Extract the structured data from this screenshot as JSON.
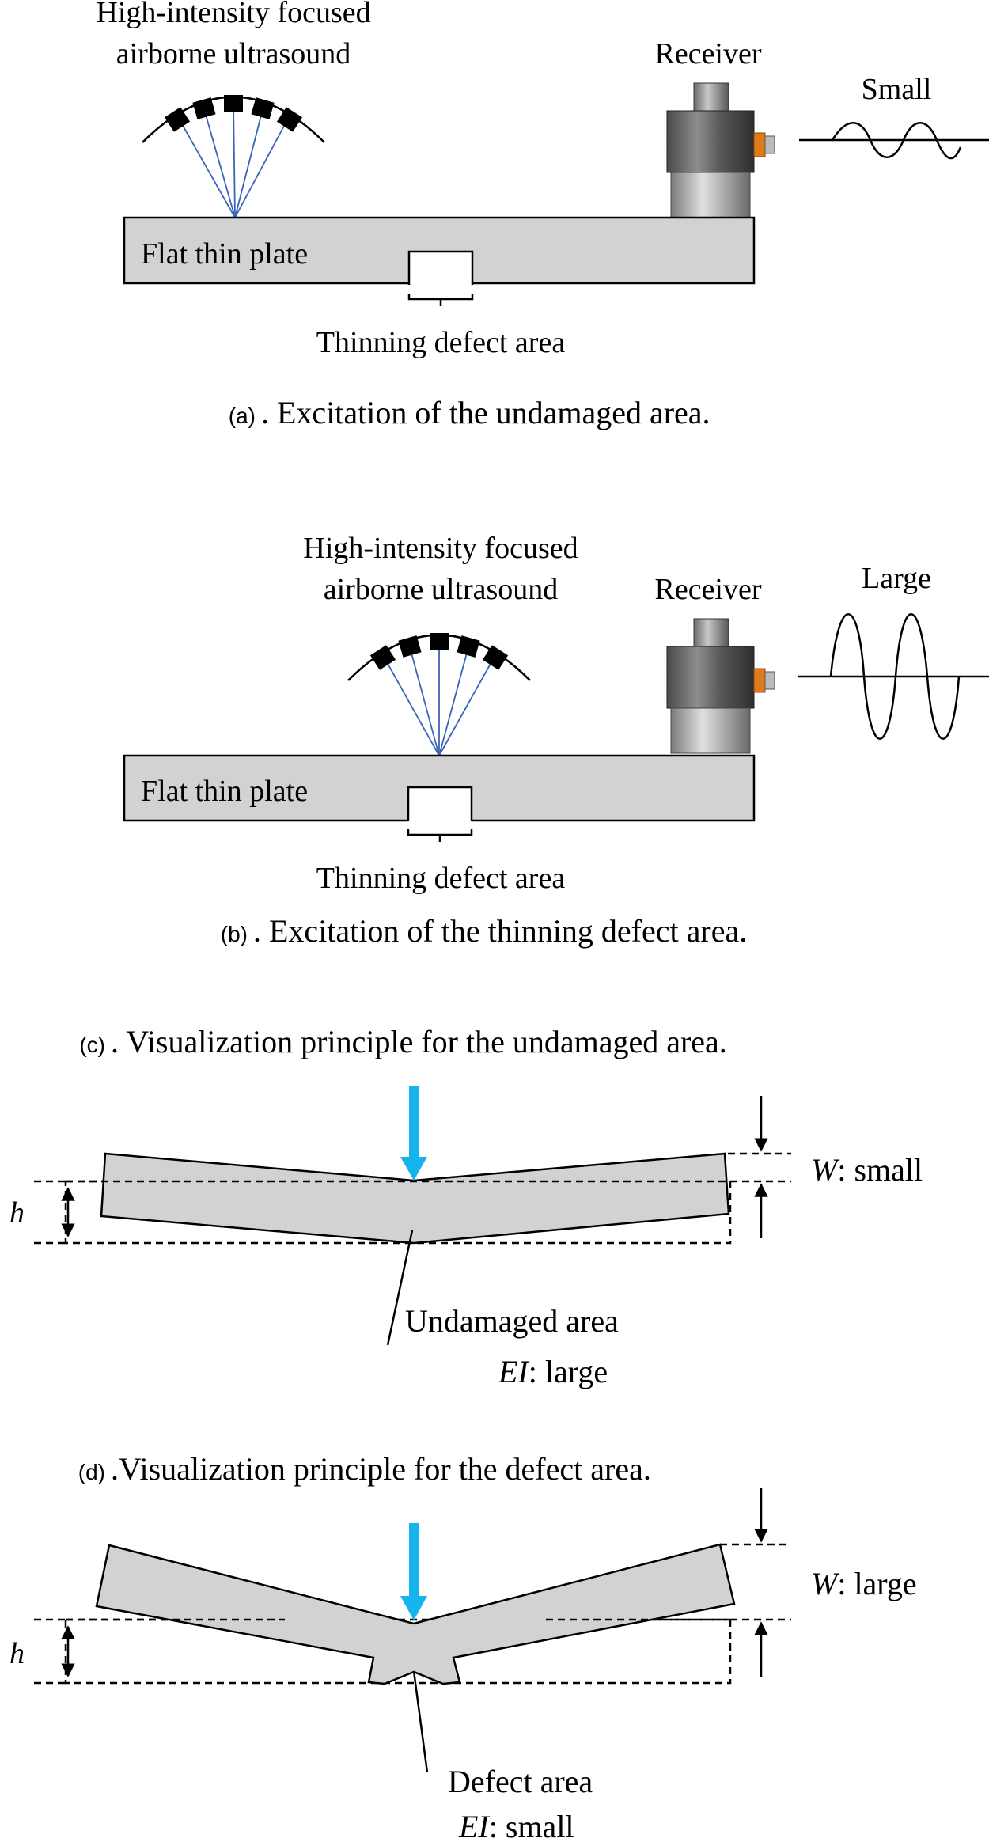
{
  "panel_a": {
    "source_label_line1": "High-intensity focused",
    "source_label_line2": "airborne ultrasound",
    "receiver_label": "Receiver",
    "signal_label": "Small",
    "plate_label": "Flat thin plate",
    "defect_label": "Thinning defect area",
    "caption_tag": "(a)",
    "caption_text": ". Excitation of the undamaged area."
  },
  "panel_b": {
    "source_label_line1": "High-intensity focused",
    "source_label_line2": "airborne ultrasound",
    "receiver_label": "Receiver",
    "signal_label": "Large",
    "plate_label": "Flat thin plate",
    "defect_label": "Thinning defect area",
    "caption_tag": "(b)",
    "caption_text": ". Excitation of the thinning defect area."
  },
  "panel_c": {
    "caption_tag": "(c)",
    "caption_text": ". Visualization principle for the undamaged area.",
    "thickness_symbol": "h",
    "deflection_symbol": "W",
    "deflection_value": ": small",
    "area_label": "Undamaged area",
    "stiffness_symbol": "EI",
    "stiffness_value": ": large"
  },
  "panel_d": {
    "caption_tag": "(d)",
    "caption_text": ".Visualization principle for the defect area.",
    "thickness_symbol": "h",
    "deflection_symbol": "W",
    "deflection_value": ": large",
    "area_label": "Defect area",
    "stiffness_symbol": "EI",
    "stiffness_value": ": small"
  },
  "colors": {
    "plate_fill": "#d3d2d3",
    "ultrasound_rays": "#3a64b8",
    "load_arrow": "#16b4ec",
    "receiver_connector": "#e07b1c"
  }
}
